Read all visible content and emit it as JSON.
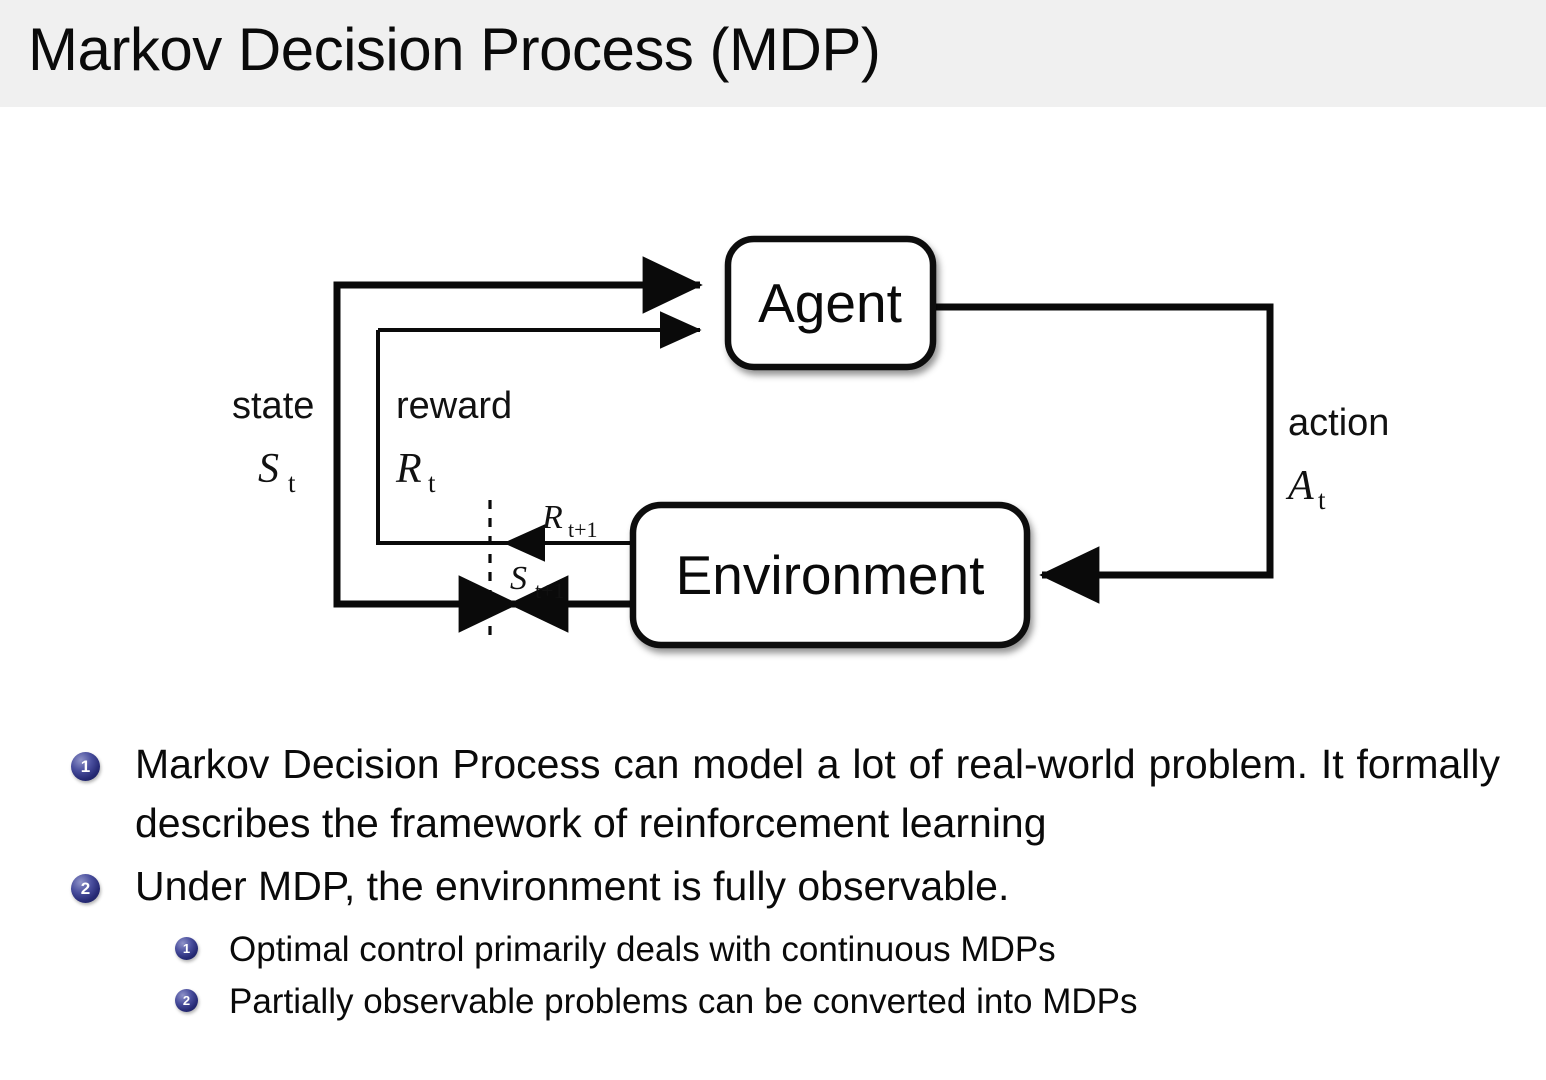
{
  "slide": {
    "title": "Markov Decision Process (MDP)",
    "header_bg": "#f0f0f0",
    "body_bg": "#ffffff",
    "text_color": "#0a0a0a",
    "marker_color": "#262a75"
  },
  "diagram": {
    "name": "agent-environment-interaction-loop",
    "nodes": [
      {
        "id": "agent",
        "label": "Agent"
      },
      {
        "id": "environment",
        "label": "Environment"
      }
    ],
    "edge_labels": {
      "state_word": "state",
      "state_sym": "S",
      "state_sub": "t",
      "reward_word": "reward",
      "reward_sym": "R",
      "reward_sub": "t",
      "action_word": "action",
      "action_sym": "A",
      "action_sub": "t",
      "reward_next_sym": "R",
      "reward_next_sub": "t+1",
      "state_next_sym": "S",
      "state_next_sub": "t+1"
    }
  },
  "bullets": [
    {
      "level": 1,
      "number": "1",
      "text": "Markov Decision Process can model a lot of real-world problem. It formally describes the framework of reinforcement learning"
    },
    {
      "level": 1,
      "number": "2",
      "text": "Under MDP, the environment is fully observable."
    },
    {
      "level": 2,
      "number": "1",
      "text": "Optimal control primarily deals with continuous MDPs"
    },
    {
      "level": 2,
      "number": "2",
      "text": "Partially observable problems can be converted into MDPs"
    }
  ]
}
